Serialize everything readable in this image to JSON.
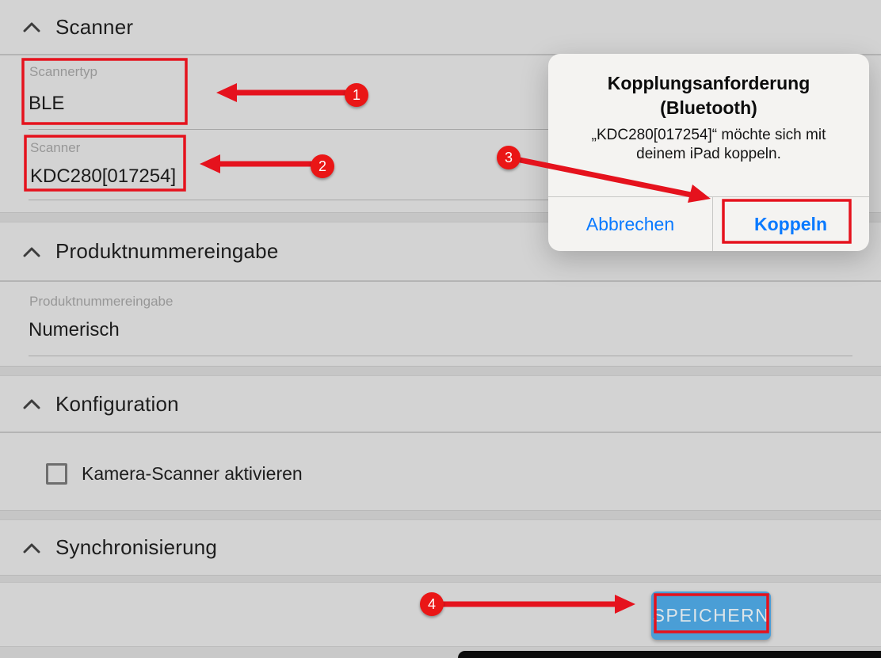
{
  "colors": {
    "background": "#d3d3d3",
    "gap_band": "#c6c6c6",
    "divider": "#b4b4b4",
    "field_underline": "#a8a8a8",
    "field_label": "#979797",
    "text_dark": "#1b1b1b",
    "annotation_red": "#e5121d",
    "save_button_blue": "#4a9ed6",
    "save_button_text": "#dde5e9",
    "ios_blue": "#0a7aff",
    "dialog_background": "#f4f3f1",
    "black_bar": "#0c0c0c"
  },
  "sections": [
    {
      "title": "Scanner",
      "fields": [
        {
          "label": "Scannertyp",
          "value": "BLE"
        },
        {
          "label": "Scanner",
          "value": "KDC280[017254]"
        }
      ]
    },
    {
      "title": "Produktnummereingabe",
      "fields": [
        {
          "label": "Produktnummereingabe",
          "value": "Numerisch"
        }
      ]
    },
    {
      "title": "Konfiguration",
      "checkbox": {
        "label": "Kamera-Scanner aktivieren",
        "checked": false
      }
    },
    {
      "title": "Synchronisierung"
    }
  ],
  "footer": {
    "save_label": "SPEICHERN"
  },
  "dialog": {
    "title_line1": "Kopplungsanforderung",
    "title_line2": "(Bluetooth)",
    "body_line1": "„KDC280[017254]“ möchte sich mit",
    "body_line2": "deinem iPad koppeln.",
    "cancel_label": "Abbrechen",
    "confirm_label": "Koppeln"
  },
  "annotations": {
    "badges": [
      "1",
      "2",
      "3",
      "4"
    ]
  }
}
